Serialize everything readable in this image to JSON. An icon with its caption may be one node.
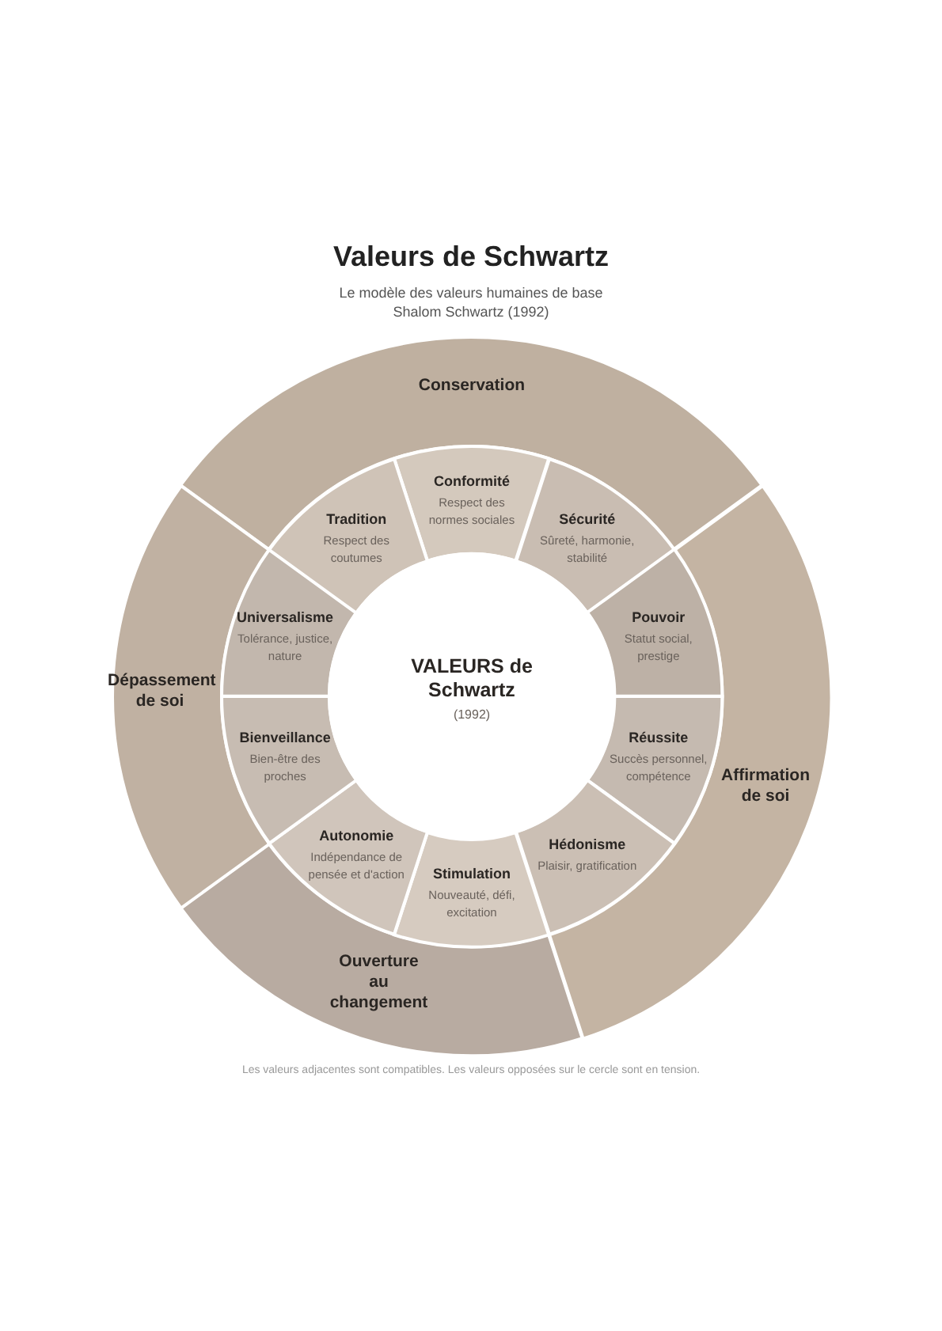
{
  "diagram": {
    "title": "Valeurs de Schwartz",
    "caption": "Les valeurs adjacentes sont compatibles. Les valeurs opposées sur le cercle sont en tension.",
    "nodes": [
      {
        "text": [
          "Conservation"
        ]
      },
      {
        "text": [
          "Affirmation de soi"
        ]
      },
      {
        "text": [
          "Ouverture au changement"
        ]
      },
      {
        "text": [
          "Dépassement de soi"
        ]
      },
      {
        "text": [
          "Conformité",
          "Respect des normes sociales"
        ]
      },
      {
        "text": [
          "Sécurité",
          "Sûreté, harmonie, stabilité"
        ]
      },
      {
        "text": [
          "Pouvoir",
          "Statut social, prestige"
        ]
      },
      {
        "text": [
          "Réussite",
          "Succès personnel, compétence"
        ]
      },
      {
        "text": [
          "Hédonisme",
          "Plaisir, gratification"
        ]
      },
      {
        "text": [
          "Stimulation",
          "Nouveauté, défi, excitation"
        ]
      },
      {
        "text": [
          "Autonomie",
          "Indépendance de pensée et d'action"
        ]
      },
      {
        "text": [
          "Bienveillance",
          "Bien-être des proches"
        ]
      },
      {
        "text": [
          "Universalisme",
          "Tolérance, justice, nature"
        ]
      },
      {
        "text": [
          "Tradition",
          "Respect des coutumes"
        ]
      },
      {
        "text": [
          "VALEURS de Schwartz",
          "(1992)"
        ]
      }
    ],
    "labels": [
      "Le modèle des valeurs humaines de base",
      "Shalom Schwartz (1992)"
    ]
  }
}
